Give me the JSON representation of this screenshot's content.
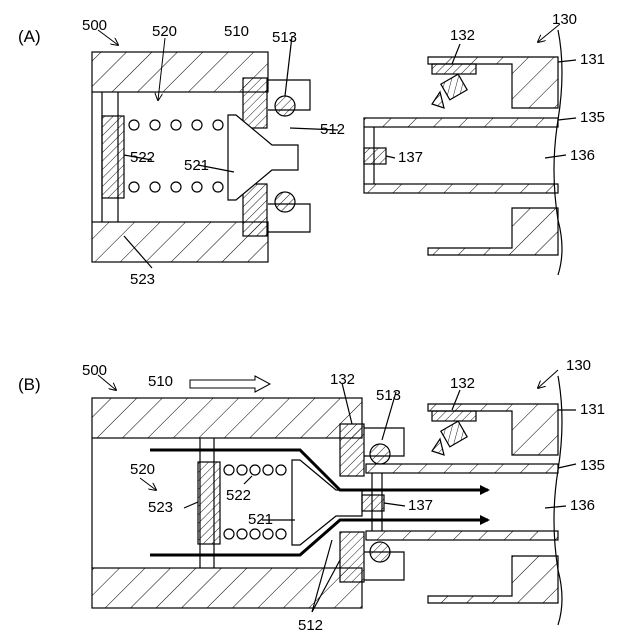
{
  "panels": [
    {
      "id": "A",
      "caption": "(A)",
      "labels": {
        "l500": "500",
        "l510": "510",
        "l520": "520",
        "l513": "513",
        "l512": "512",
        "l522": "522",
        "l521": "521",
        "l523": "523",
        "l130": "130",
        "l132": "132",
        "l131": "131",
        "l135": "135",
        "l137": "137",
        "l136": "136"
      }
    },
    {
      "id": "B",
      "caption": "(B)",
      "labels": {
        "l500": "500",
        "l510": "510",
        "l132a": "132",
        "l513": "513",
        "l132b": "132",
        "l130": "130",
        "l131": "131",
        "l135": "135",
        "l520": "520",
        "l522": "522",
        "l523": "523",
        "l521": "521",
        "l137": "137",
        "l136": "136",
        "l512": "512"
      }
    }
  ]
}
